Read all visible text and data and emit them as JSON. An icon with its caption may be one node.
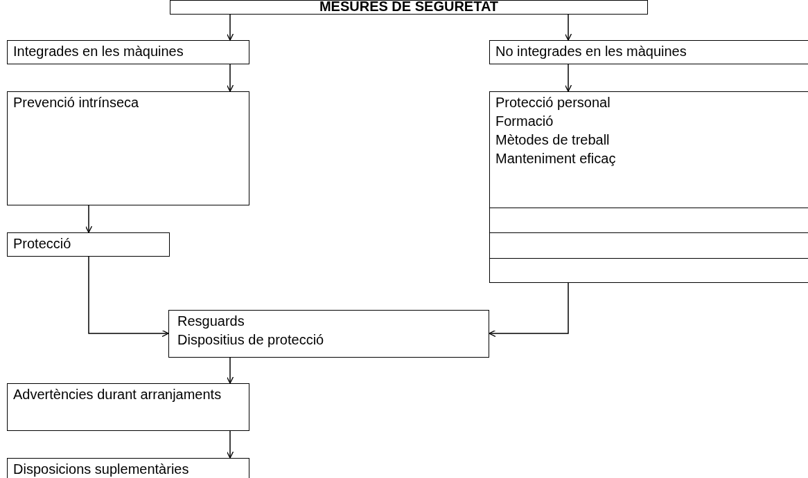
{
  "diagram": {
    "nodes": [
      {
        "text": [
          "MESURES DE SEGURETAT"
        ]
      },
      {
        "text": [
          "Integrades en les màquines"
        ]
      },
      {
        "text": [
          "No integrades en les màquines"
        ]
      },
      {
        "text": [
          "Prevenció intrínseca"
        ]
      },
      {
        "text": [
          "Protecció personal",
          "Formació",
          "Mètodes de treball",
          "Manteniment eficaç"
        ]
      },
      {
        "text": [
          "Protecció"
        ]
      },
      {
        "text": [
          "Resguards",
          "Dispositius de protecció"
        ]
      },
      {
        "text": [
          "Advertències durant arranjaments"
        ]
      },
      {
        "text": [
          "Disposicions suplementàries"
        ]
      }
    ],
    "edges": [
      {
        "from": 0,
        "to": 1,
        "arrow": "to"
      },
      {
        "from": 0,
        "to": 2,
        "arrow": "to"
      },
      {
        "from": 1,
        "to": 3,
        "arrow": "to"
      },
      {
        "from": 2,
        "to": 4,
        "arrow": "to"
      },
      {
        "from": 3,
        "to": 5,
        "arrow": "to"
      },
      {
        "from": 5,
        "to": 6,
        "arrow": "to"
      },
      {
        "from": 4,
        "to": 6,
        "arrow": "to"
      },
      {
        "from": 6,
        "to": 7,
        "arrow": "to"
      },
      {
        "from": 7,
        "to": 8,
        "arrow": "to"
      }
    ]
  }
}
